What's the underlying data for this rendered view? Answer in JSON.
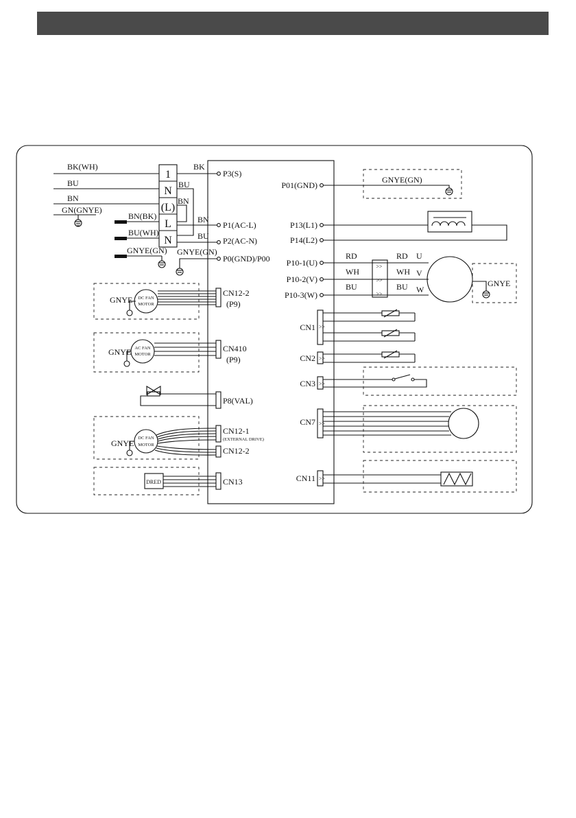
{
  "terminal_block": {
    "t1": "1",
    "t2": "N",
    "t3": "(L)",
    "t4": "L",
    "t5": "N"
  },
  "left_wires": {
    "bk_wh": "BK(WH)",
    "bu": "BU",
    "bn": "BN",
    "gn_gnye": "GN(GNYE)",
    "bn_bk": "BN(BK)",
    "bu_wh": "BU(WH)",
    "gnye_gn": "GNYE(GN)"
  },
  "jumpers": {
    "bk": "BK",
    "bu1": "BU",
    "bn1": "BN",
    "bn2": "BN",
    "bu2": "BU",
    "gnye_gn": "GNYE(GN)"
  },
  "board_left": {
    "p3": "P3(S)",
    "p1": "P1(AC-L)",
    "p2": "P2(AC-N)",
    "p0": "P0(GND)/P00",
    "cn12_2a": "CN12-2",
    "p9a": "(P9)",
    "cn410": "CN410",
    "p9b": "(P9)",
    "p8": "P8(VAL)",
    "cn12_1": "CN12-1",
    "cn12_1_sub": "(EXTERNAL DRIVE)",
    "cn12_2b": "CN12-2",
    "cn13": "CN13"
  },
  "board_right": {
    "p01": "P01(GND)",
    "p13": "P13(L1)",
    "p14": "P14(L2)",
    "p10_1": "P10-1(U)",
    "p10_2": "P10-2(V)",
    "p10_3": "P10-3(W)",
    "cn1": "CN1",
    "cn2": "CN2",
    "cn3": "CN3",
    "cn7": "CN7",
    "cn11": "CN11"
  },
  "right_parts": {
    "gnye_gn": "GNYE(GN)",
    "rd1": "RD",
    "wh1": "WH",
    "bu1": "BU",
    "rd2": "RD",
    "wh2": "WH",
    "bu2": "BU",
    "u": "U",
    "v": "V",
    "w": "W",
    "gnye": "GNYE"
  },
  "left_parts": {
    "fan1_gnye": "GNYE",
    "fan1_l1": "DC FAN",
    "fan1_l2": "MOTOR",
    "fan2_gnye": "GNYE",
    "fan2_l1": "AC FAN",
    "fan2_l2": "MOTOR",
    "fan3_gnye": "GNYE",
    "fan3_l1": "DC FAN",
    "fan3_l2": "MOTOR",
    "dred": "DRED"
  }
}
